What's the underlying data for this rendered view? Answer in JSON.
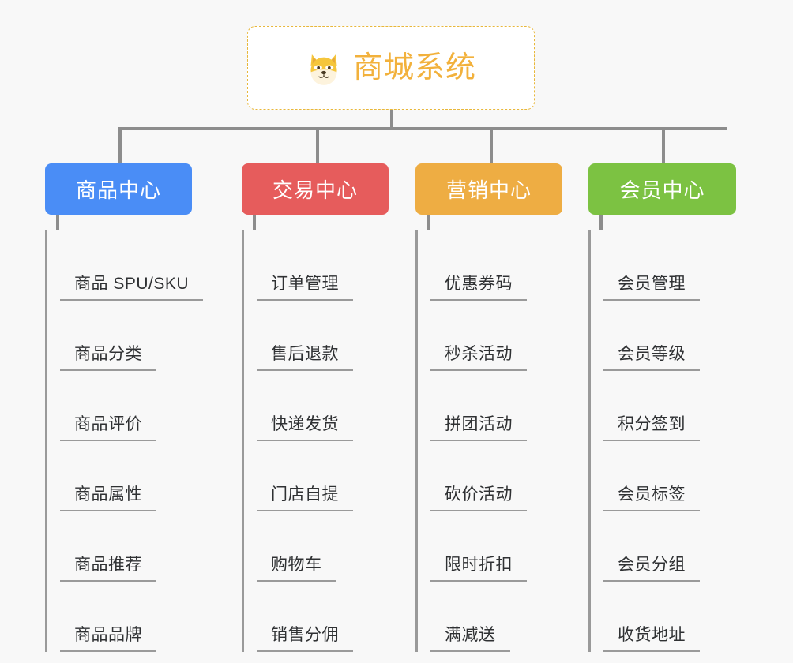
{
  "canvas": {
    "background": "#f8f8f8",
    "connector_color": "#8d8d8d"
  },
  "root": {
    "title": "商城系统",
    "icon": "shiba-dog-emoji",
    "text_color": "#f2b13c",
    "border_color": "#e8b73a",
    "background": "#ffffff"
  },
  "branches": [
    {
      "label": "商品中心",
      "color": "#4a8df6",
      "leaves": [
        "商品 SPU/SKU",
        "商品分类",
        "商品评价",
        "商品属性",
        "商品推荐",
        "商品品牌"
      ]
    },
    {
      "label": "交易中心",
      "color": "#e65c5c",
      "leaves": [
        "订单管理",
        "售后退款",
        "快递发货",
        "门店自提",
        "购物车",
        "销售分佣"
      ]
    },
    {
      "label": "营销中心",
      "color": "#eead43",
      "leaves": [
        "优惠券码",
        "秒杀活动",
        "拼团活动",
        "砍价活动",
        "限时折扣",
        "满减送"
      ]
    },
    {
      "label": "会员中心",
      "color": "#7cc242",
      "leaves": [
        "会员管理",
        "会员等级",
        "积分签到",
        "会员标签",
        "会员分组",
        "收货地址"
      ]
    }
  ]
}
